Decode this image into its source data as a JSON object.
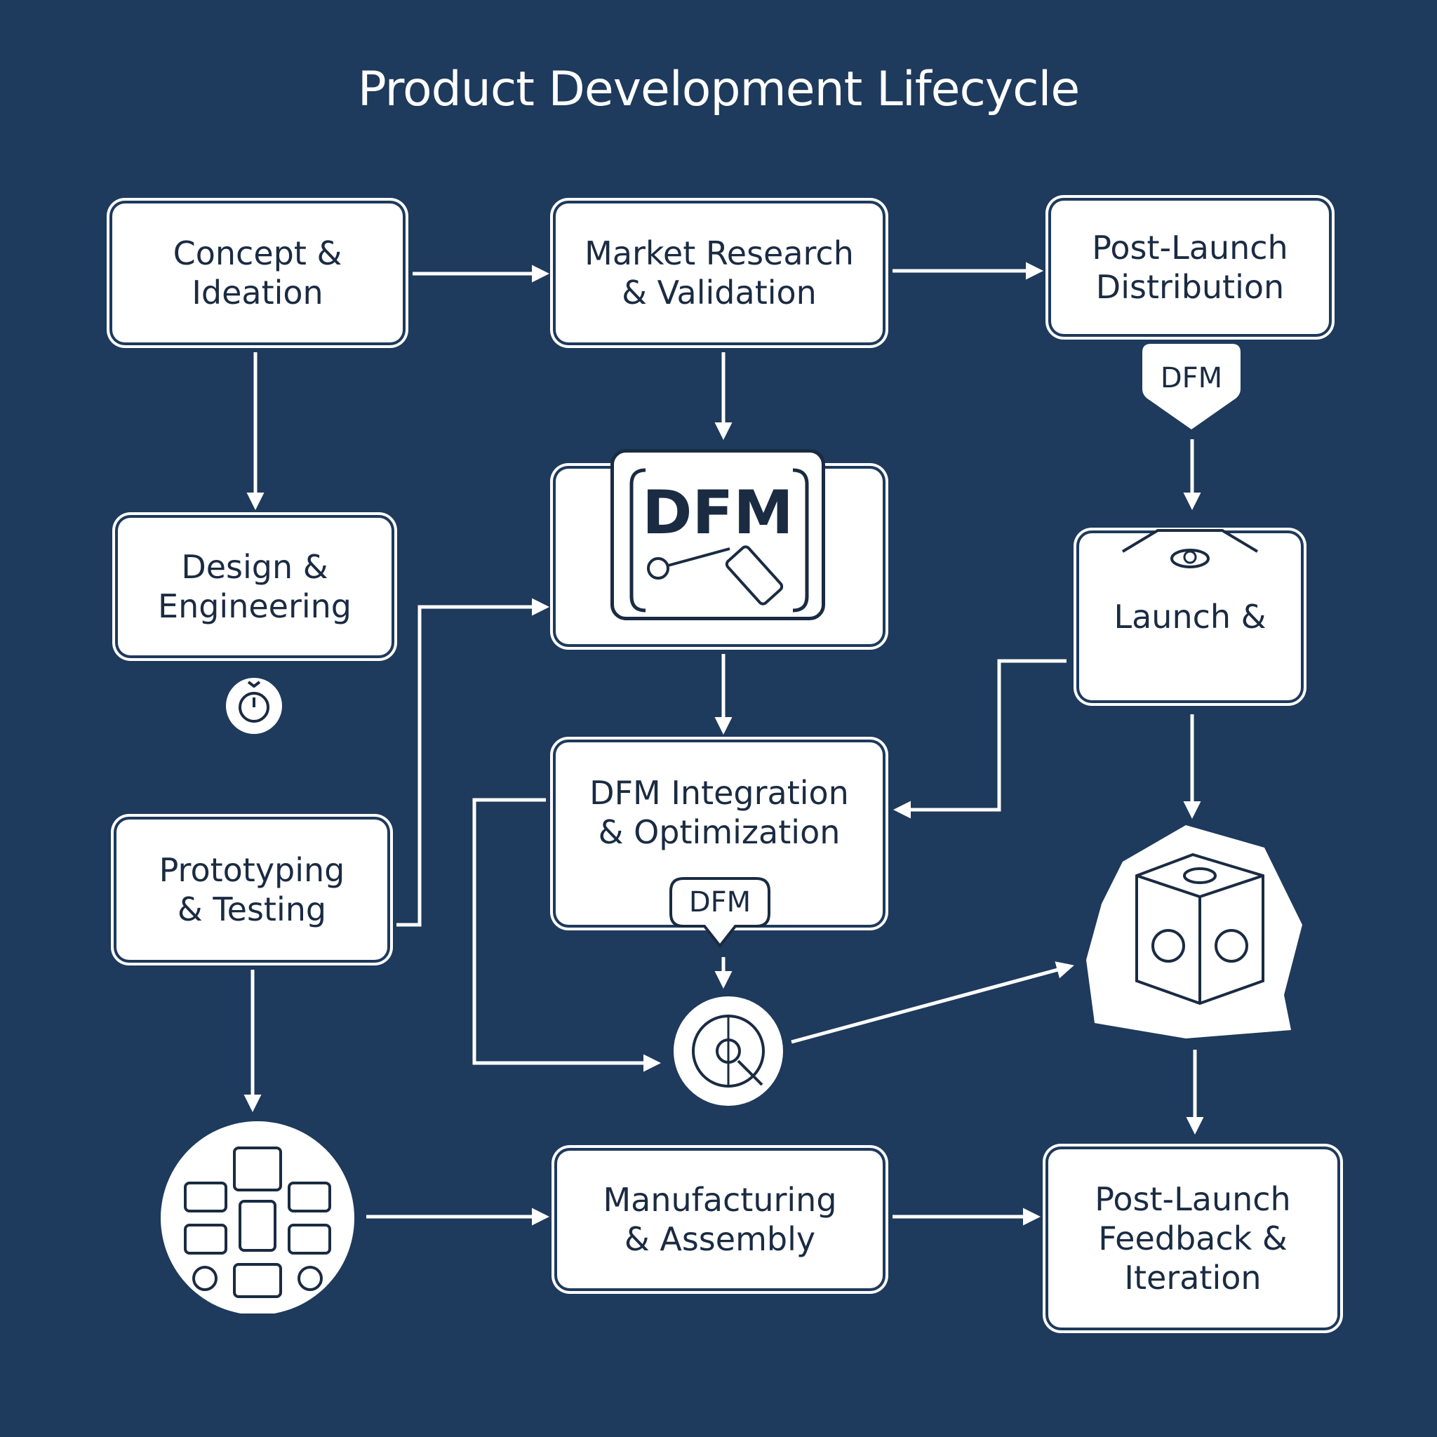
{
  "title": "Product Development Lifecycle",
  "nodes": {
    "concept": "Concept &\nIdeation",
    "market": "Market Research\n& Validation",
    "distribution": "Post-Launch\nDistribution",
    "design": "Design &\nEngineering",
    "dfm_main": "DFM",
    "launch": "Launch &",
    "dfm_integration": "DFM Integration\n& Optimization",
    "prototyping": "Prototyping\n& Testing",
    "manufacturing": "Manufacturing\n& Assembly",
    "feedback": "Post-Launch\nFeedback &\nIteration"
  },
  "tags": {
    "distribution_dfm": "DFM",
    "integration_dfm": "DFM"
  },
  "icons": {
    "design": "timer-icon",
    "dfm_main": "key-and-bottle-icon",
    "launch": "machine-part-icon",
    "integration": "target-dial-icon",
    "assembly_cube": "cube-assembly-icon",
    "prototype_map": "circuit-layout-icon"
  },
  "colors": {
    "background": "#1e3a5c",
    "box": "#ffffff",
    "text": "#1a2b42",
    "line": "#ffffff"
  }
}
